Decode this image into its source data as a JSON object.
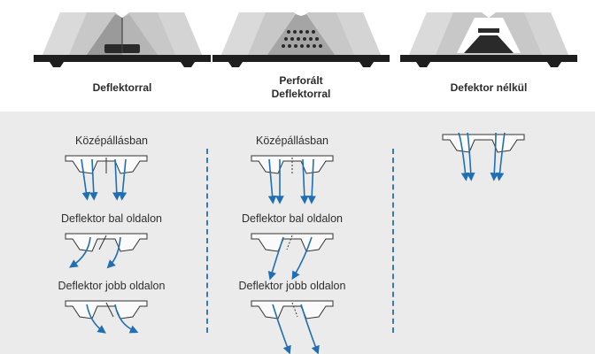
{
  "products": [
    {
      "name": "Deflektorral"
    },
    {
      "name_line1": "Perforált",
      "name_line2": "Deflektorral"
    },
    {
      "name": "Defektor nélkül"
    }
  ],
  "columns": [
    {
      "labels": [
        "Középállásban",
        "Deflektor bal oldalon",
        "Deflektor jobb oldalon"
      ]
    },
    {
      "labels": [
        "Középállásban",
        "Deflektor bal oldalon",
        "Deflektor jobb oldalon"
      ]
    }
  ],
  "colors": {
    "arrow": "#1f6fb2",
    "divider": "#3a7aa8",
    "background_lower": "#ebebeb",
    "metal": "#bdbdbd",
    "base": "#1e1e1e"
  }
}
